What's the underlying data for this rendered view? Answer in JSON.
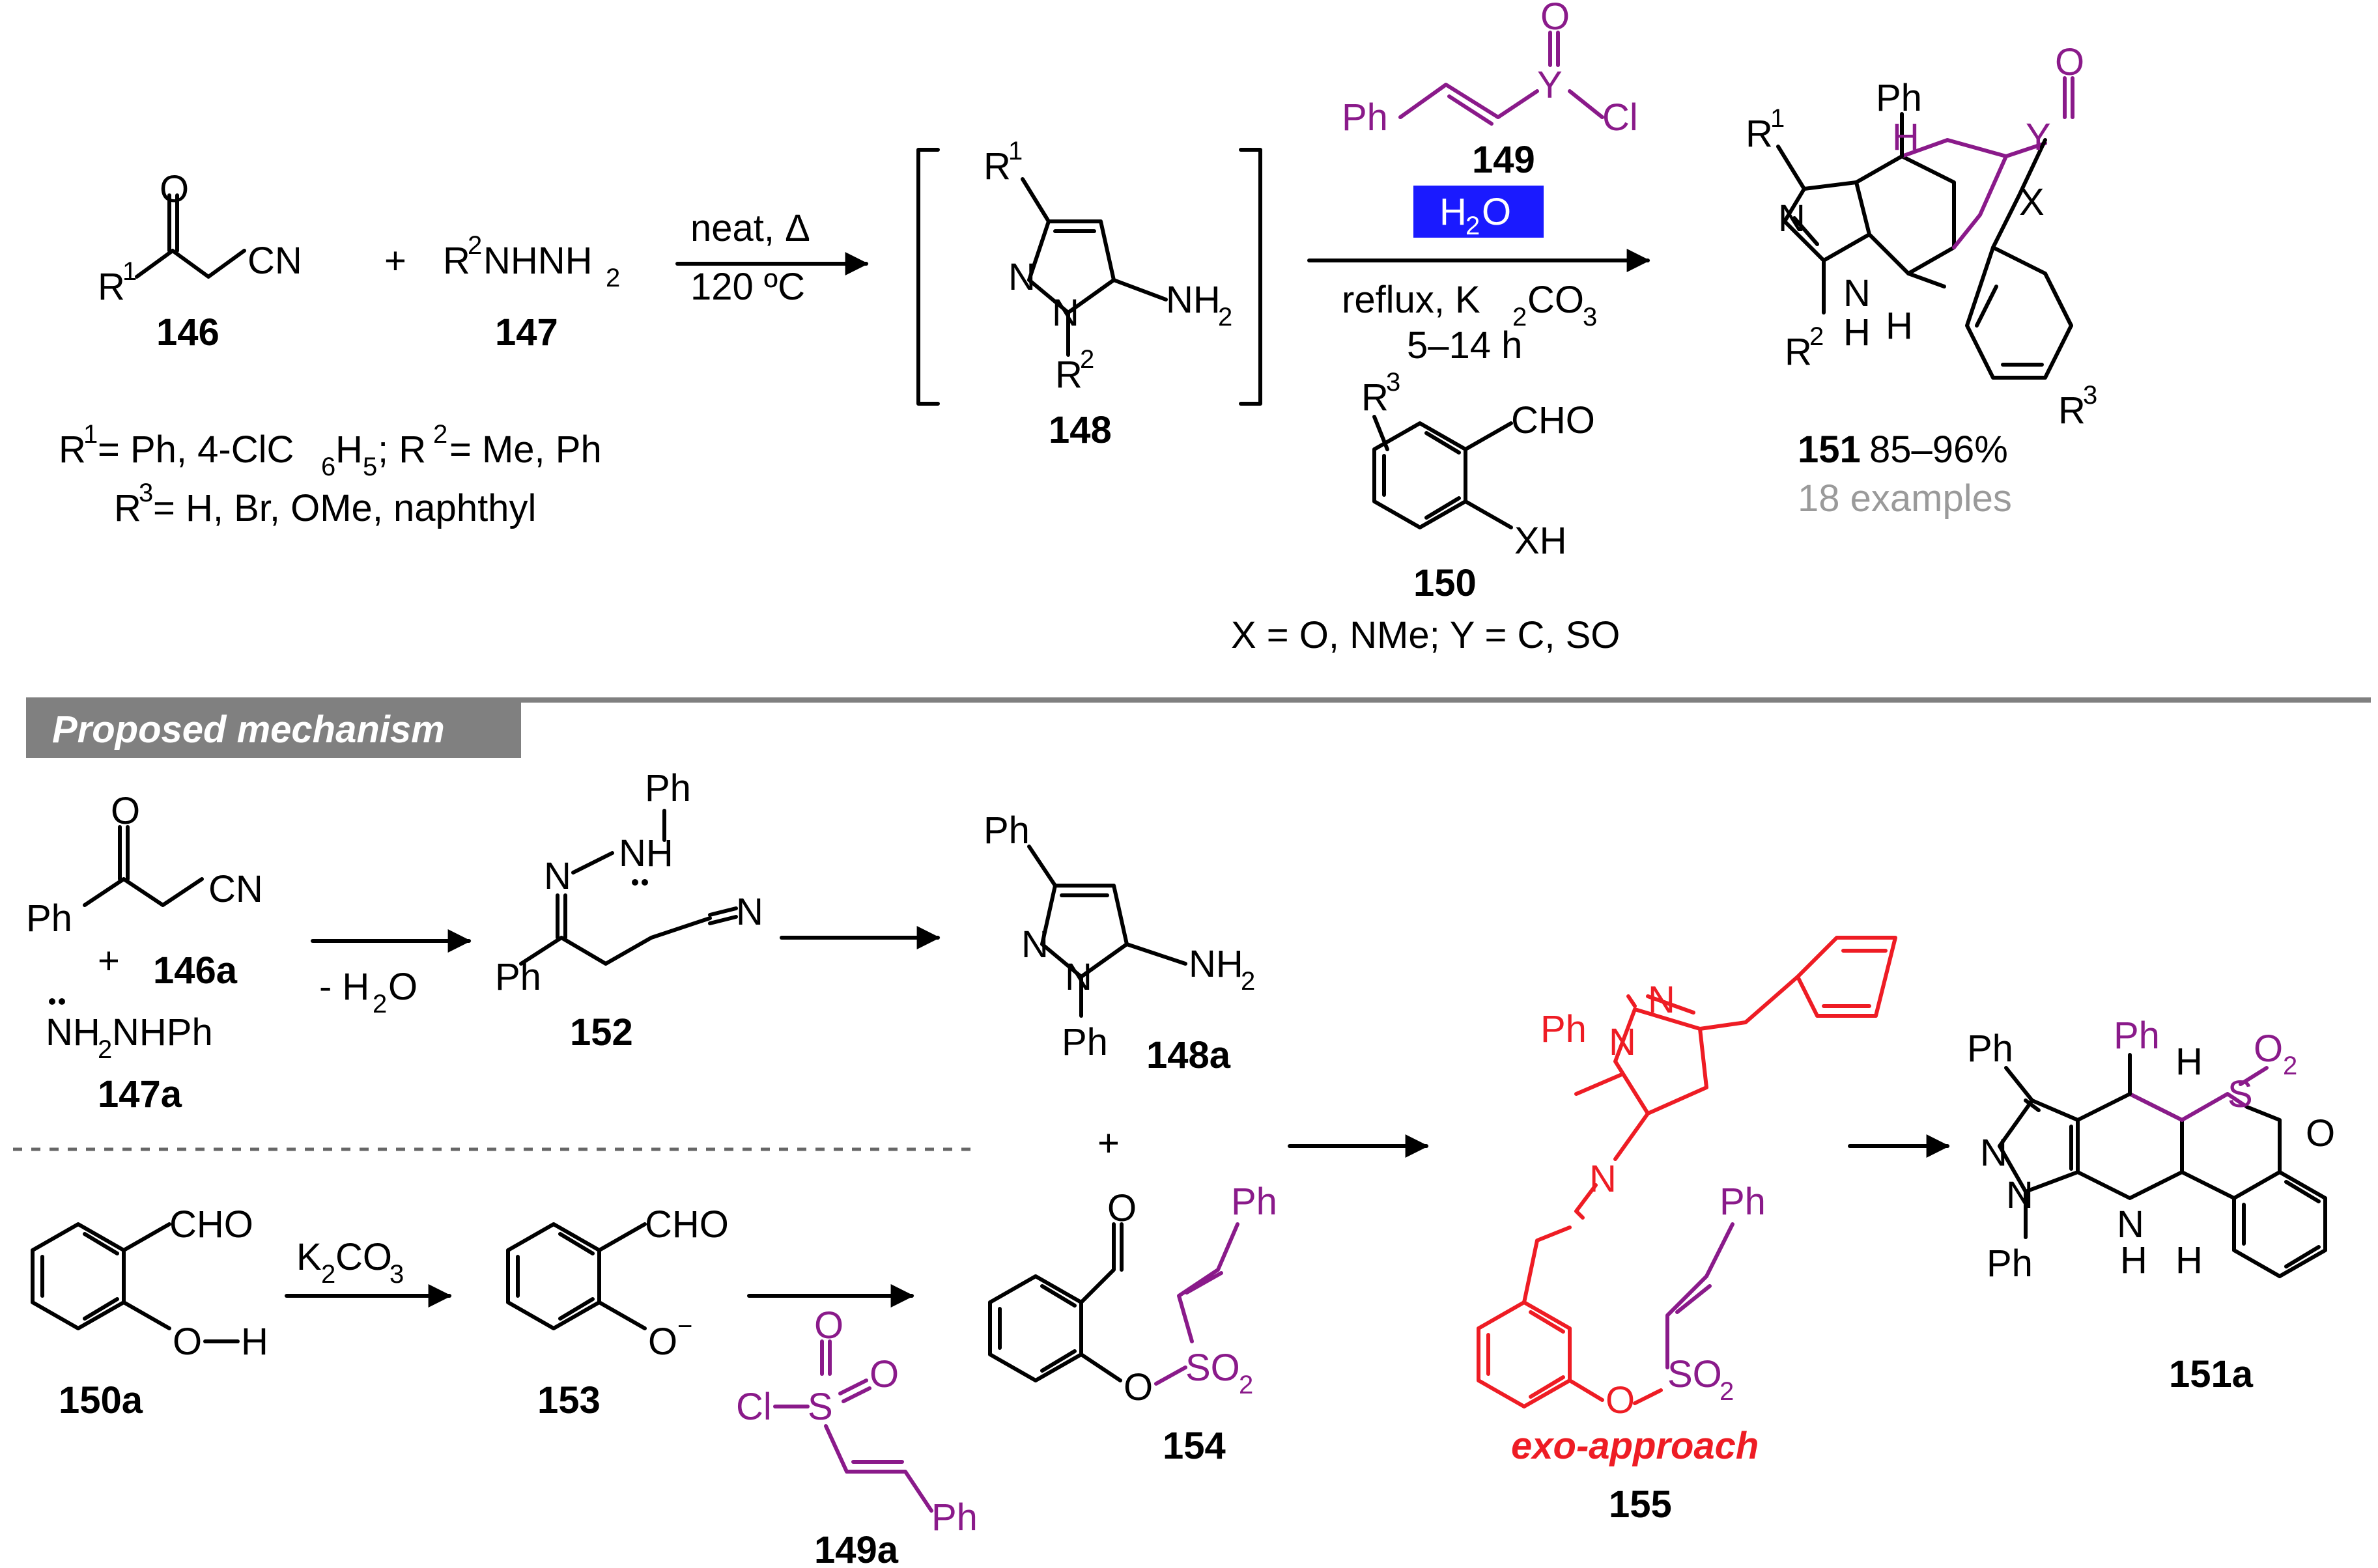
{
  "colors": {
    "purple": "#8a1a8a",
    "red": "#ee1c24",
    "blue_box": "#1a1aff",
    "gray_bar": "#808080"
  },
  "top_scheme": {
    "cmpd_146": "146",
    "cmpd_147": "147",
    "cmpd_148": "148",
    "cmpd_149": "149",
    "cmpd_150": "150",
    "cmpd_151": "151",
    "plus": "+",
    "cn": "CN",
    "r1": "R",
    "r1_sup": "1",
    "r2nhnh2_pre": "R",
    "r2_sup": "2",
    "r2nhnh2_post": "NHNH",
    "sub2": "2",
    "o": "O",
    "cond1_line1": "neat, Δ",
    "cond1_line2": "120 ºC",
    "nh2": "NH",
    "n": "N",
    "r2": "R",
    "ph": "Ph",
    "y": "Y",
    "cl": "Cl",
    "h2o_box": "H",
    "h2o_box_tail": "O",
    "cond2_line1_pre": "reflux, K",
    "cond2_co3": "CO",
    "cond2_sub3": "3",
    "cond2_line2": "5–14 h",
    "r3": "R",
    "r3_sup": "3",
    "cho": "CHO",
    "xh": "XH",
    "xy_def": "X = O, NMe; Y = C, SO",
    "h": "H",
    "x": "X",
    "yield": "85–96%",
    "examples": "18 examples",
    "r_def_line1_a": " = Ph, 4-ClC",
    "r_def_line1_sub6": "6",
    "r_def_line1_b": "H",
    "r_def_line1_sub5": "5",
    "r_def_line1_c": "; R",
    "r_def_line1_d": " = Me, Ph",
    "r_def_line2": " = H, Br, OMe, naphthyl"
  },
  "mechanism": {
    "header": "Proposed mechanism",
    "cmpd_146a": "146a",
    "cmpd_147a": "147a",
    "cmpd_148a": "148a",
    "cmpd_149a": "149a",
    "cmpd_150a": "150a",
    "cmpd_151a": "151a",
    "cmpd_152": "152",
    "cmpd_153": "153",
    "cmpd_154": "154",
    "cmpd_155": "155",
    "nh2nhph": "NH",
    "nh2nhph_tail": "NHPh",
    "minus_h2o": "- H",
    "minus_h2o_tail": "O",
    "k2co3": "K",
    "k2co3_mid": "CO",
    "oh_o": "O",
    "oh_h": "H",
    "o_minus": "O",
    "minus": "−",
    "so2": "SO",
    "s": "S",
    "nh": "NH",
    "exo": "exo-approach"
  }
}
